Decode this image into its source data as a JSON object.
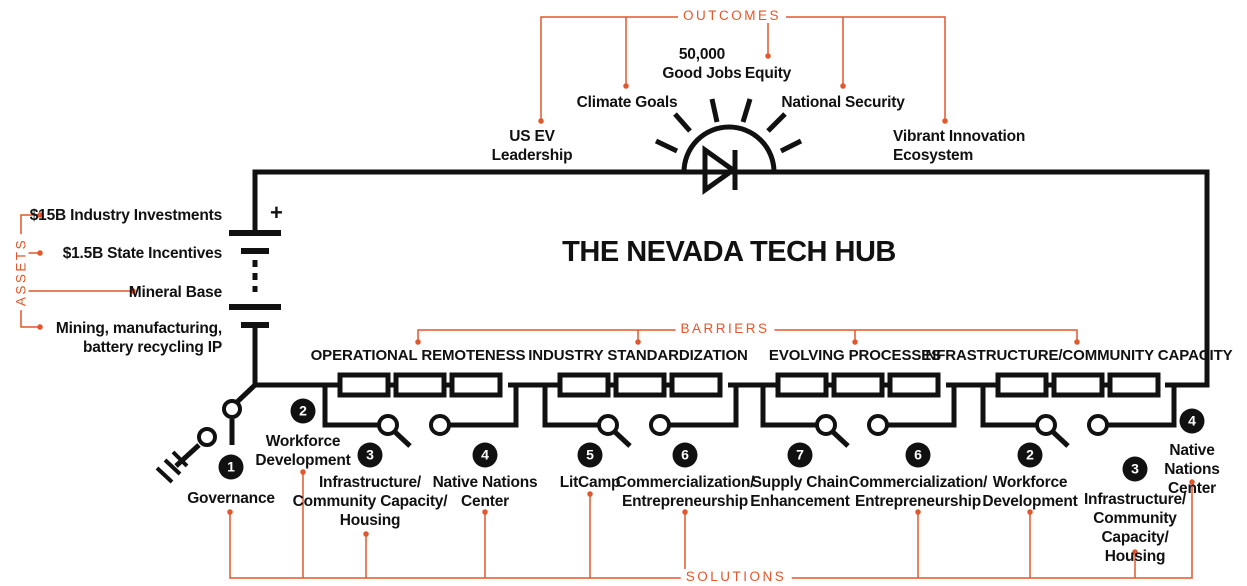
{
  "title": "THE NEVADA TECH HUB",
  "outcomes": {
    "label": "OUTCOMES",
    "items": [
      "US EV\nLeadership",
      "Climate Goals",
      "50,000\nGood Jobs",
      "Equity",
      "National Security",
      "Vibrant Innovation\nEcosystem"
    ]
  },
  "assets": {
    "label": "ASSETS",
    "items": [
      "$15B Industry Investments",
      "$1.5B State Incentives",
      "Mineral Base",
      "Mining, manufacturing,\nbattery recycling IP"
    ]
  },
  "battery_plus": "+",
  "barriers": {
    "label": "BARRIERS",
    "items": [
      "OPERATIONAL REMOTENESS",
      "INDUSTRY STANDARDIZATION",
      "EVOLVING PROCESSES",
      "INFRASTRUCTURE/COMMUNITY CAPACITY"
    ]
  },
  "solutions": {
    "label": "SOLUTIONS",
    "items": [
      {
        "num": "1",
        "label": "Governance"
      },
      {
        "num": "2",
        "label": "Workforce\nDevelopment"
      },
      {
        "num": "3",
        "label": "Infrastructure/\nCommunity Capacity/\nHousing"
      },
      {
        "num": "4",
        "label": "Native Nations\nCenter"
      },
      {
        "num": "5",
        "label": "LitCamp"
      },
      {
        "num": "6",
        "label": "Commercialization/\nEntrepreneurship"
      },
      {
        "num": "7",
        "label": "Supply Chain\nEnhancement"
      },
      {
        "num": "6",
        "label": "Commercialization/\nEntrepreneurship"
      },
      {
        "num": "2",
        "label": "Workforce\nDevelopment"
      },
      {
        "num": "3",
        "label": "Infrastructure/\nCommunity Capacity/\nHousing"
      },
      {
        "num": "4",
        "label": "Native Nations\nCenter"
      }
    ]
  },
  "colors": {
    "accent": "#e2572b",
    "ink": "#111111"
  }
}
